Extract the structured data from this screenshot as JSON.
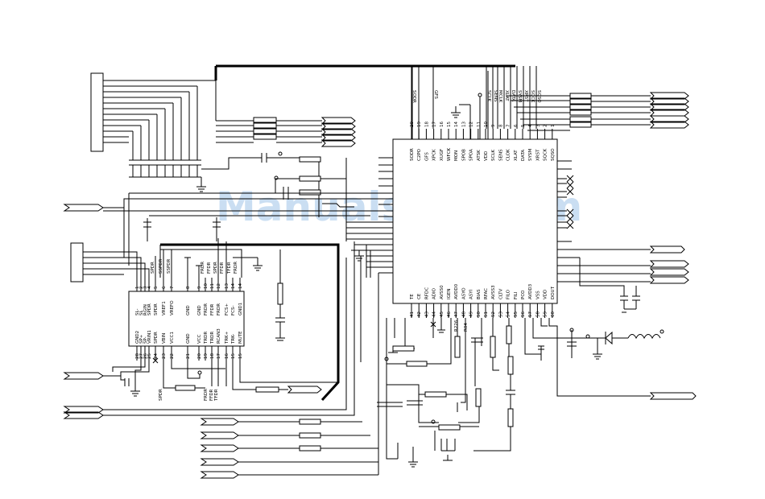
{
  "watermark": "ManualsLib.com",
  "ic_main": {
    "top_pins": [
      {
        "num": "20",
        "name": "SODR"
      },
      {
        "num": "19",
        "name": "C2PO"
      },
      {
        "num": "18",
        "name": "GFS"
      },
      {
        "num": "17",
        "name": "XPCK"
      },
      {
        "num": "16",
        "name": "XUGF"
      },
      {
        "num": "15",
        "name": "WFCK"
      },
      {
        "num": "14",
        "name": "MON"
      },
      {
        "num": "13",
        "name": "SPOB"
      },
      {
        "num": "12",
        "name": "SPOA"
      },
      {
        "num": "11",
        "name": "ATSK"
      },
      {
        "num": "10",
        "name": "VDD"
      },
      {
        "num": "9",
        "name": "SCLK"
      },
      {
        "num": "8",
        "name": "SENS"
      },
      {
        "num": "7",
        "name": "CLOK"
      },
      {
        "num": "6",
        "name": "XLAT"
      },
      {
        "num": "5",
        "name": "DATA"
      },
      {
        "num": "4",
        "name": "SYSM"
      },
      {
        "num": "3",
        "name": "XRST"
      },
      {
        "num": "2",
        "name": "SQCK"
      },
      {
        "num": "1",
        "name": "SQSO"
      }
    ],
    "bottom_pins": [
      {
        "num": "41",
        "name": "TE"
      },
      {
        "num": "42",
        "name": "CE"
      },
      {
        "num": "43",
        "name": "RFDC"
      },
      {
        "num": "44",
        "name": "ADIO"
      },
      {
        "num": "45",
        "name": "AVSS0"
      },
      {
        "num": "46",
        "name": "IGEN"
      },
      {
        "num": "47",
        "name": "AVDD0"
      },
      {
        "num": "48",
        "name": "ASYO"
      },
      {
        "num": "49",
        "name": "ASYI"
      },
      {
        "num": "50",
        "name": "BIAS"
      },
      {
        "num": "51",
        "name": "RFAC"
      },
      {
        "num": "52",
        "name": "AVSS3"
      },
      {
        "num": "53",
        "name": "CLTV"
      },
      {
        "num": "54",
        "name": "FILO"
      },
      {
        "num": "55",
        "name": "FILI"
      },
      {
        "num": "56",
        "name": "PCO"
      },
      {
        "num": "57",
        "name": "AVDD3"
      },
      {
        "num": "58",
        "name": "VSS"
      },
      {
        "num": "59",
        "name": "VDD"
      },
      {
        "num": "60",
        "name": "DOUT"
      }
    ],
    "top_nets": [
      "SODR",
      "GFS",
      "SCLK",
      "SENS",
      "MCLK",
      "XLAT",
      "DATA",
      "SYSM",
      "XRST",
      "SQCK",
      "SQSO"
    ]
  },
  "ic_driver": {
    "top_pins": [
      {
        "num": "1",
        "name": "SL-"
      },
      {
        "num": "2",
        "name": "SL"
      },
      {
        "num": "3",
        "name": "RGIN"
      },
      {
        "num": "4",
        "name": "SPDR"
      },
      {
        "num": "5",
        "name": "SPDR"
      },
      {
        "num": "6",
        "name": "VREF1"
      },
      {
        "num": "7",
        "name": "VREFO"
      },
      {
        "num": "8",
        "name": "GND"
      },
      {
        "num": "9",
        "name": "GND"
      },
      {
        "num": "10",
        "name": "FRDR"
      },
      {
        "num": "11",
        "name": "FFDR"
      },
      {
        "num": "12",
        "name": "FRDR"
      },
      {
        "num": "13",
        "name": "FCS+"
      },
      {
        "num": "14",
        "name": "FCS-"
      },
      {
        "num": "14a",
        "name": "GND1"
      }
    ],
    "bottom_pins": [
      {
        "num": "28",
        "name": "GND2"
      },
      {
        "num": "27",
        "name": "SP+"
      },
      {
        "num": "26",
        "name": "SP-"
      },
      {
        "num": "25",
        "name": "VRIN1"
      },
      {
        "num": "24",
        "name": "SPDR"
      },
      {
        "num": "23",
        "name": "VBIN"
      },
      {
        "num": "22",
        "name": "VCC1"
      },
      {
        "num": "21",
        "name": "GND"
      },
      {
        "num": "20",
        "name": "VCC"
      },
      {
        "num": "19",
        "name": "TRDR"
      },
      {
        "num": "18",
        "name": "TRDR"
      },
      {
        "num": "17",
        "name": "RCAN3"
      },
      {
        "num": "16",
        "name": "TRK+"
      },
      {
        "num": "15",
        "name": "TRK-"
      },
      {
        "num": "15a",
        "name": "MUTE"
      }
    ],
    "nets": [
      "SPDR",
      "SSPDR",
      "SSPDR",
      "FRDR",
      "FFDR",
      "SPDR",
      "FFDR",
      "TFDR",
      "FRDR"
    ],
    "side_labels": [
      "SPDR",
      "FRDR",
      "FFDR",
      "TFDR"
    ]
  },
  "misc_labels": {
    "r_label": "R226",
    "r_label2": "R04"
  }
}
